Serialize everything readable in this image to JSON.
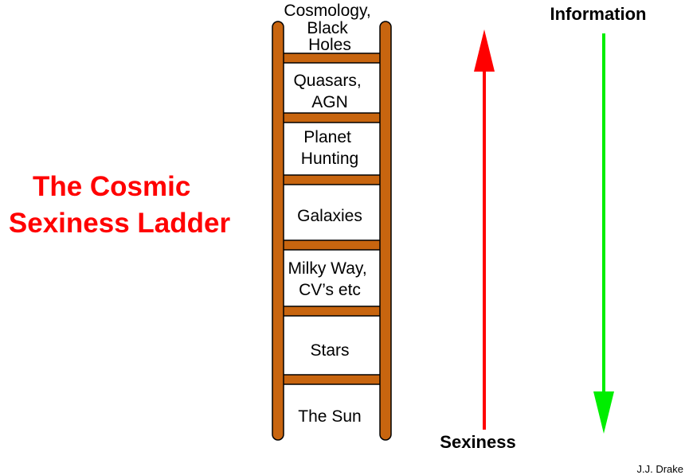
{
  "title": {
    "lines": [
      "The Cosmic",
      "Sexiness Ladder"
    ],
    "color": "#ff0000"
  },
  "ladder": {
    "rail_color": "#c8650f",
    "rung_color": "#c8650f",
    "outline_color": "#000000",
    "levels": [
      {
        "lines": [
          "Cosmology,",
          "Black",
          "Holes"
        ]
      },
      {
        "lines": [
          "Quasars,",
          "AGN"
        ]
      },
      {
        "lines": [
          "Planet",
          "Hunting"
        ]
      },
      {
        "lines": [
          "Galaxies"
        ]
      },
      {
        "lines": [
          "Milky Way,",
          "CV’s etc"
        ]
      },
      {
        "lines": [
          "Stars"
        ]
      },
      {
        "lines": [
          "The Sun"
        ]
      }
    ]
  },
  "arrows": {
    "sexiness": {
      "label": "Sexiness",
      "color": "#ff0000",
      "direction": "up"
    },
    "information": {
      "label": "Information",
      "color": "#00ee00",
      "direction": "down"
    }
  },
  "credit": "J.J. Drake"
}
